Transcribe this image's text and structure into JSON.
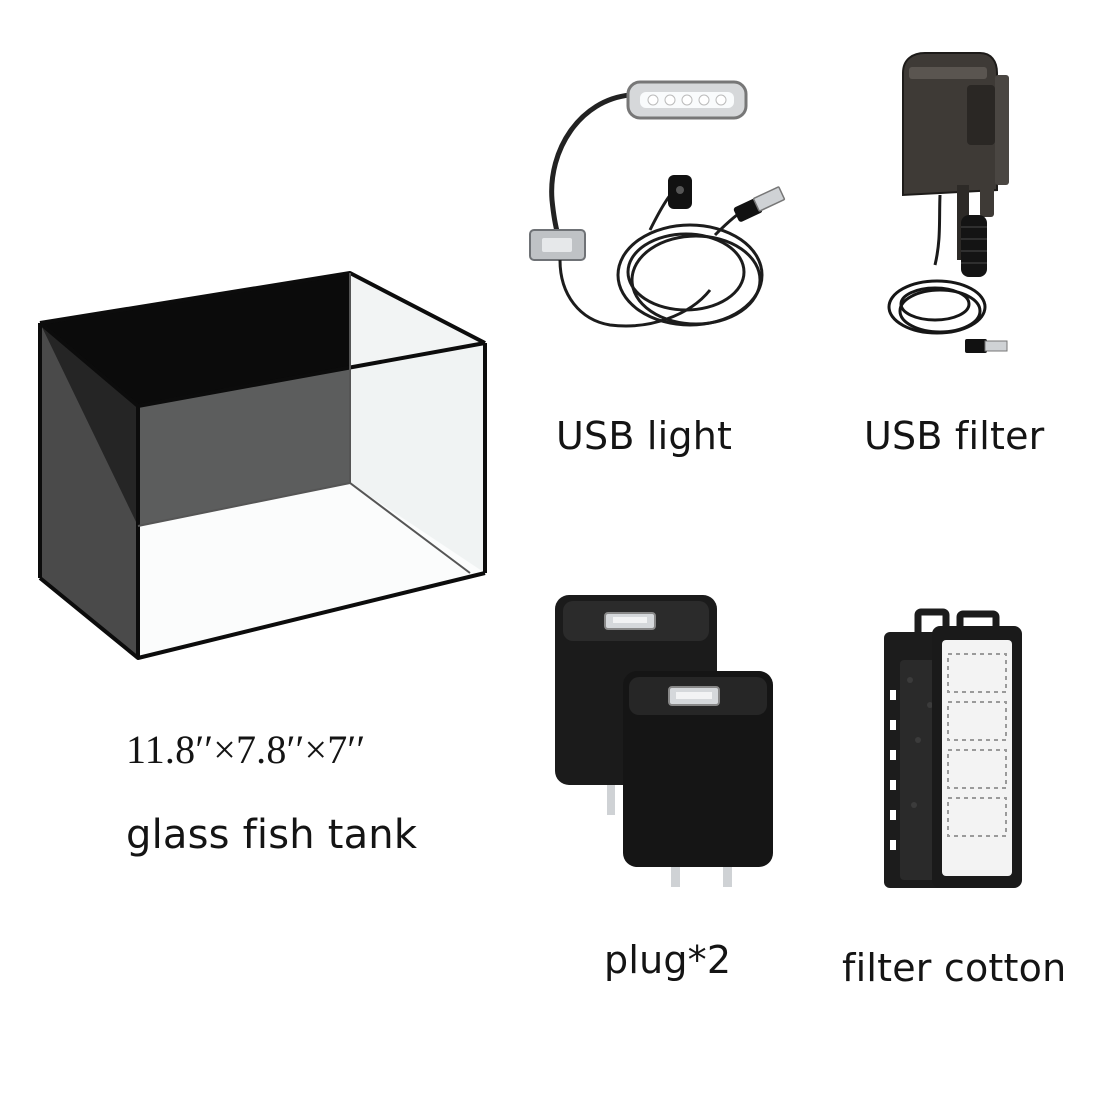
{
  "items": {
    "tank": {
      "dimensions": "11.8′′×7.8′′×7′′",
      "name": "glass fish tank",
      "icon": "glass-fish-tank-icon"
    },
    "light": {
      "name": "USB light",
      "icon": "usb-light-icon"
    },
    "filter": {
      "name": "USB filter",
      "icon": "usb-filter-icon"
    },
    "plug": {
      "name": "plug*2",
      "icon": "power-plug-icon"
    },
    "cotton": {
      "name": "filter cotton",
      "icon": "filter-cotton-icon"
    }
  },
  "colors": {
    "background": "#ffffff",
    "text": "#141414",
    "product_black": "#1a1a1a"
  }
}
